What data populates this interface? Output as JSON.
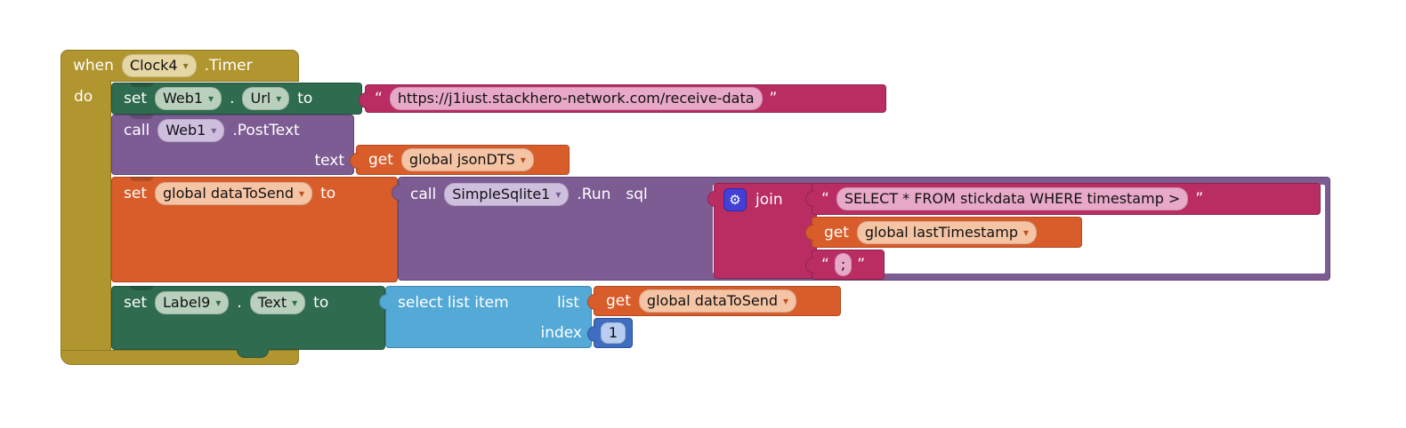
{
  "ui": {
    "dropdown_glyph": "▾",
    "gear_glyph": "⚙"
  },
  "palette": {
    "event_gold": "#b1952f",
    "setter_green": "#2f6b4f",
    "call_purple": "#7c5c92",
    "variable_orange": "#d85d2b",
    "text_magenta": "#b92d62",
    "list_blue": "#54a9d7",
    "math_blue": "#3f6dc0",
    "mutator_blue": "#4340d8",
    "canvas_bg": "#ffffff"
  },
  "when_block": {
    "keyword": "when",
    "component": "Clock4",
    "event": ".Timer",
    "do_label": "do"
  },
  "set_web_url": {
    "keyword": "set",
    "component": "Web1",
    "dot": ".",
    "property": "Url",
    "to_label": "to"
  },
  "url_string": {
    "open_quote": "“",
    "value": "https://j1iust.stackhero-network.com/receive-data",
    "close_quote": "”"
  },
  "call_post_text": {
    "keyword": "call",
    "component": "Web1",
    "method": ".PostText",
    "arg_label": "text"
  },
  "get_json_dts": {
    "keyword": "get",
    "variable": "global jsonDTS"
  },
  "set_data_to_send": {
    "keyword": "set",
    "variable": "global dataToSend",
    "to_label": "to"
  },
  "call_sqlite_run": {
    "keyword": "call",
    "component": "SimpleSqlite1",
    "method": ".Run",
    "arg_label": "sql"
  },
  "join_block": {
    "label": "join"
  },
  "sql_select_string": {
    "open_quote": "“",
    "value": "SELECT * FROM stickdata WHERE timestamp >",
    "close_quote": "”"
  },
  "get_last_timestamp": {
    "keyword": "get",
    "variable": "global lastTimestamp"
  },
  "semicolon_string": {
    "open_quote": "“",
    "value": ";",
    "close_quote": "”"
  },
  "set_label_text": {
    "keyword": "set",
    "component": "Label9",
    "dot": ".",
    "property": "Text",
    "to_label": "to"
  },
  "select_list_item": {
    "label": "select list item",
    "list_label": "list",
    "index_label": "index"
  },
  "get_data_to_send": {
    "keyword": "get",
    "variable": "global dataToSend"
  },
  "index_number": {
    "value": "1"
  }
}
